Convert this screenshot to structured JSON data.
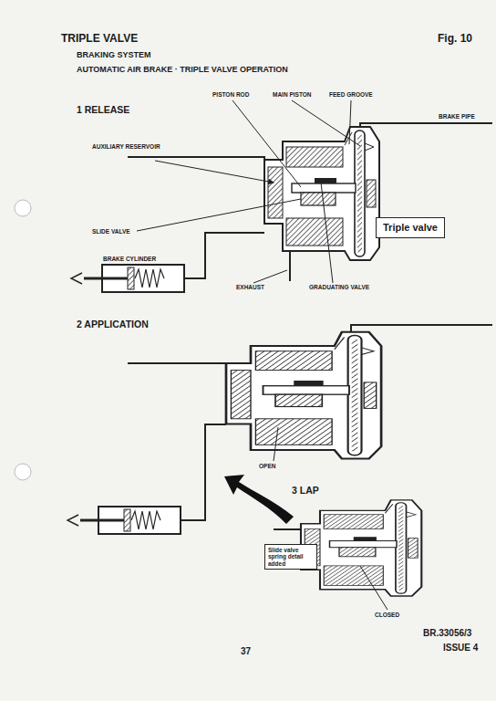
{
  "diagram": {
    "title": "TRIPLE VALVE",
    "nodes": [
      {
        "text": [
          "Triple valve"
        ]
      },
      {
        "text": [
          "Slide valve spring detail added"
        ]
      }
    ],
    "labels": [
      "Fig. 10",
      "BRAKING SYSTEM",
      "AUTOMATIC AIR BRAKE · TRIPLE VALVE OPERATION",
      "1 RELEASE",
      "PISTON ROD",
      "MAIN PISTON",
      "FEED GROOVE",
      "BRAKE PIPE",
      "AUXILIARY RESERVOIR",
      "SLIDE VALVE",
      "BRAKE CYLINDER",
      "EXHAUST",
      "GRADUATING VALVE",
      "2 APPLICATION",
      "OPEN",
      "3 LAP",
      "CLOSED",
      "BR.33056/3",
      "ISSUE 4",
      "37"
    ]
  }
}
